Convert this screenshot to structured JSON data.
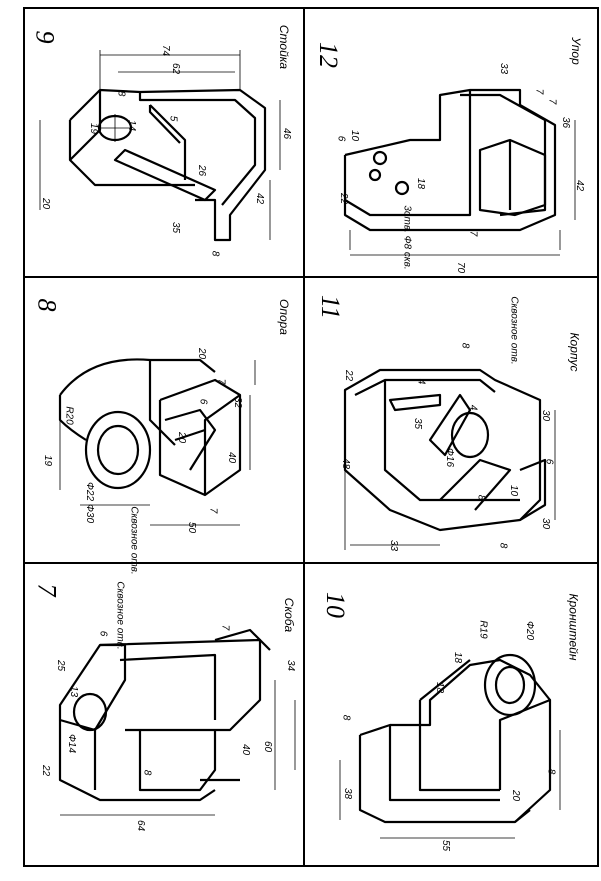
{
  "cells": [
    {
      "id": "p9",
      "number": "9",
      "name": "Стойка",
      "dims": [
        "74",
        "62",
        "8",
        "14",
        "19",
        "5",
        "46",
        "26",
        "42",
        "20",
        "35",
        "8"
      ]
    },
    {
      "id": "p12",
      "number": "12",
      "name": "Упор",
      "dims": [
        "33",
        "7",
        "7",
        "36",
        "10",
        "6",
        "18",
        "22",
        "42",
        "7",
        "3отв. Ф8 скв.",
        "70"
      ]
    },
    {
      "id": "p8",
      "number": "8",
      "name": "Опора",
      "dims": [
        "20",
        "7",
        "6",
        "R20",
        "32",
        "20",
        "19",
        "40",
        "Ф22",
        "Ф30",
        "7",
        "50"
      ],
      "note": "Сквозное отв."
    },
    {
      "id": "p11",
      "number": "11",
      "name": "Корпус",
      "dims": [
        "8",
        "22",
        "4",
        "35",
        "4",
        "30",
        "Ф16",
        "48",
        "6",
        "10",
        "8",
        "30",
        "33",
        "8"
      ],
      "note": "Сквозное отв."
    },
    {
      "id": "p7",
      "number": "7",
      "name": "Скоба",
      "dims": [
        "6",
        "25",
        "13",
        "34",
        "22",
        "Ф14",
        "8",
        "40",
        "60",
        "64",
        "7"
      ],
      "note": "Сквозное отв."
    },
    {
      "id": "p10",
      "number": "10",
      "name": "Кронштейн",
      "dims": [
        "18",
        "18",
        "R19",
        "Ф20",
        "8",
        "38",
        "8",
        "20",
        "55"
      ]
    }
  ]
}
